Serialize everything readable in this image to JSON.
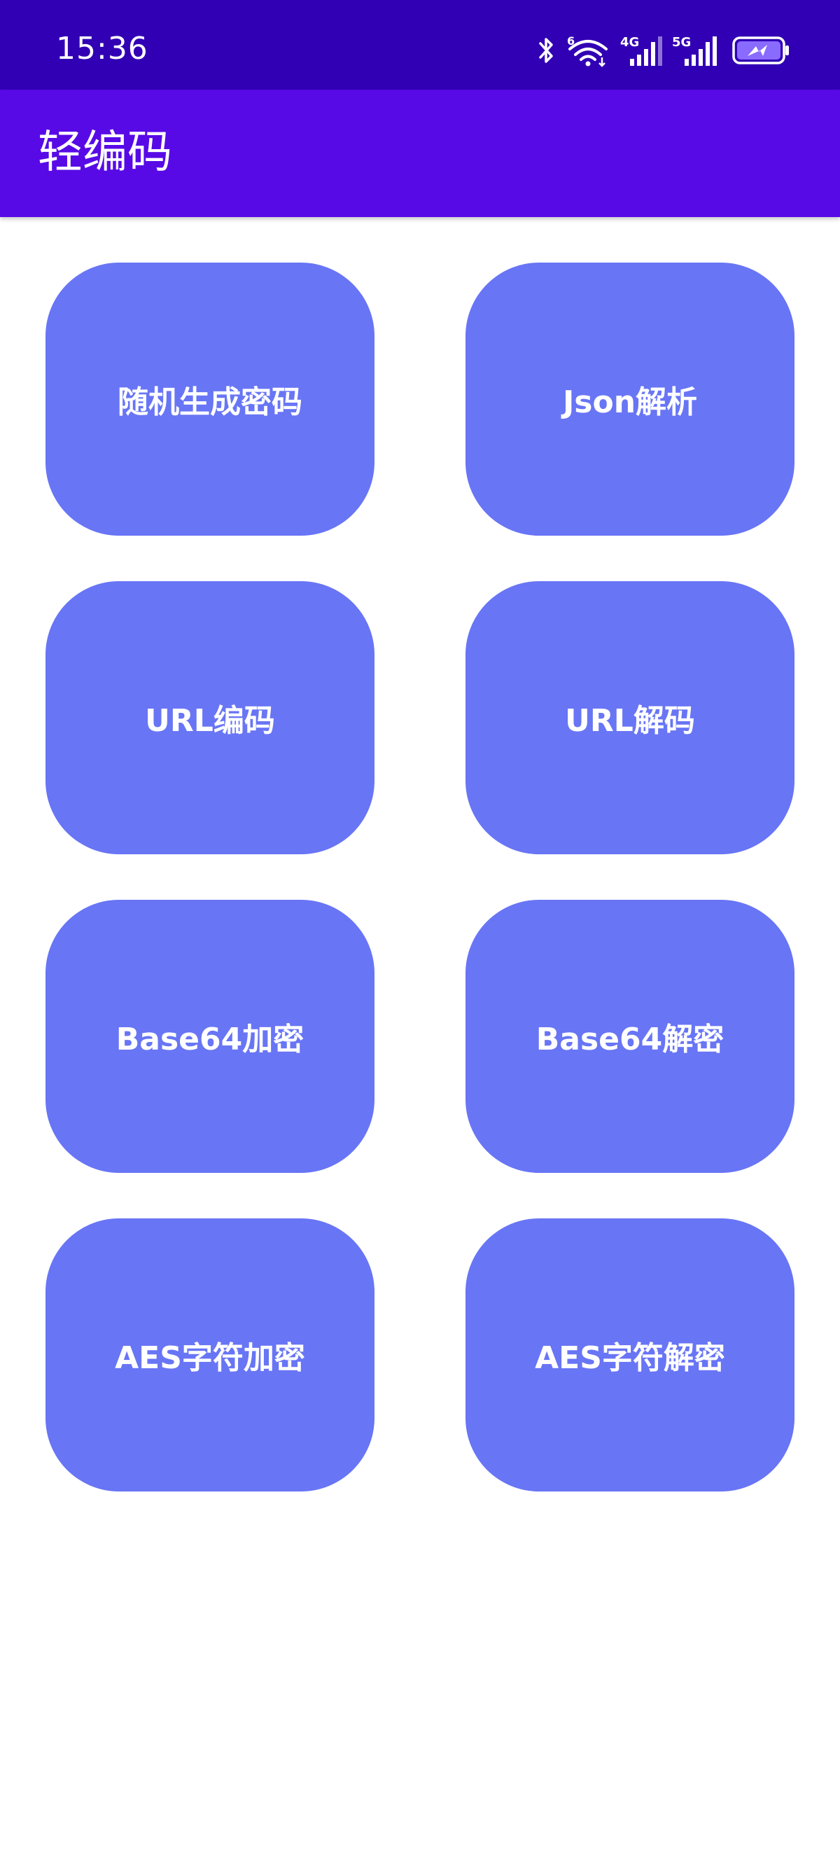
{
  "status_bar": {
    "time": "15:36",
    "wifi_badge": "6",
    "signal1_label": "4G",
    "signal2_label": "5G",
    "icons": [
      "bluetooth-icon",
      "wifi-icon",
      "signal-4g-icon",
      "signal-5g-icon",
      "battery-charging-icon"
    ]
  },
  "app_bar": {
    "title": "轻编码"
  },
  "colors": {
    "status_bar_bg": "#3200b4",
    "app_bar_bg": "#580ae6",
    "tile_bg": "#6875f5",
    "tile_text": "#ffffff"
  },
  "tiles": [
    {
      "label": "随机生成密码"
    },
    {
      "label": "Json解析"
    },
    {
      "label": "URL编码"
    },
    {
      "label": "URL解码"
    },
    {
      "label": "Base64加密"
    },
    {
      "label": "Base64解密"
    },
    {
      "label": "AES字符加密"
    },
    {
      "label": "AES字符解密"
    }
  ]
}
